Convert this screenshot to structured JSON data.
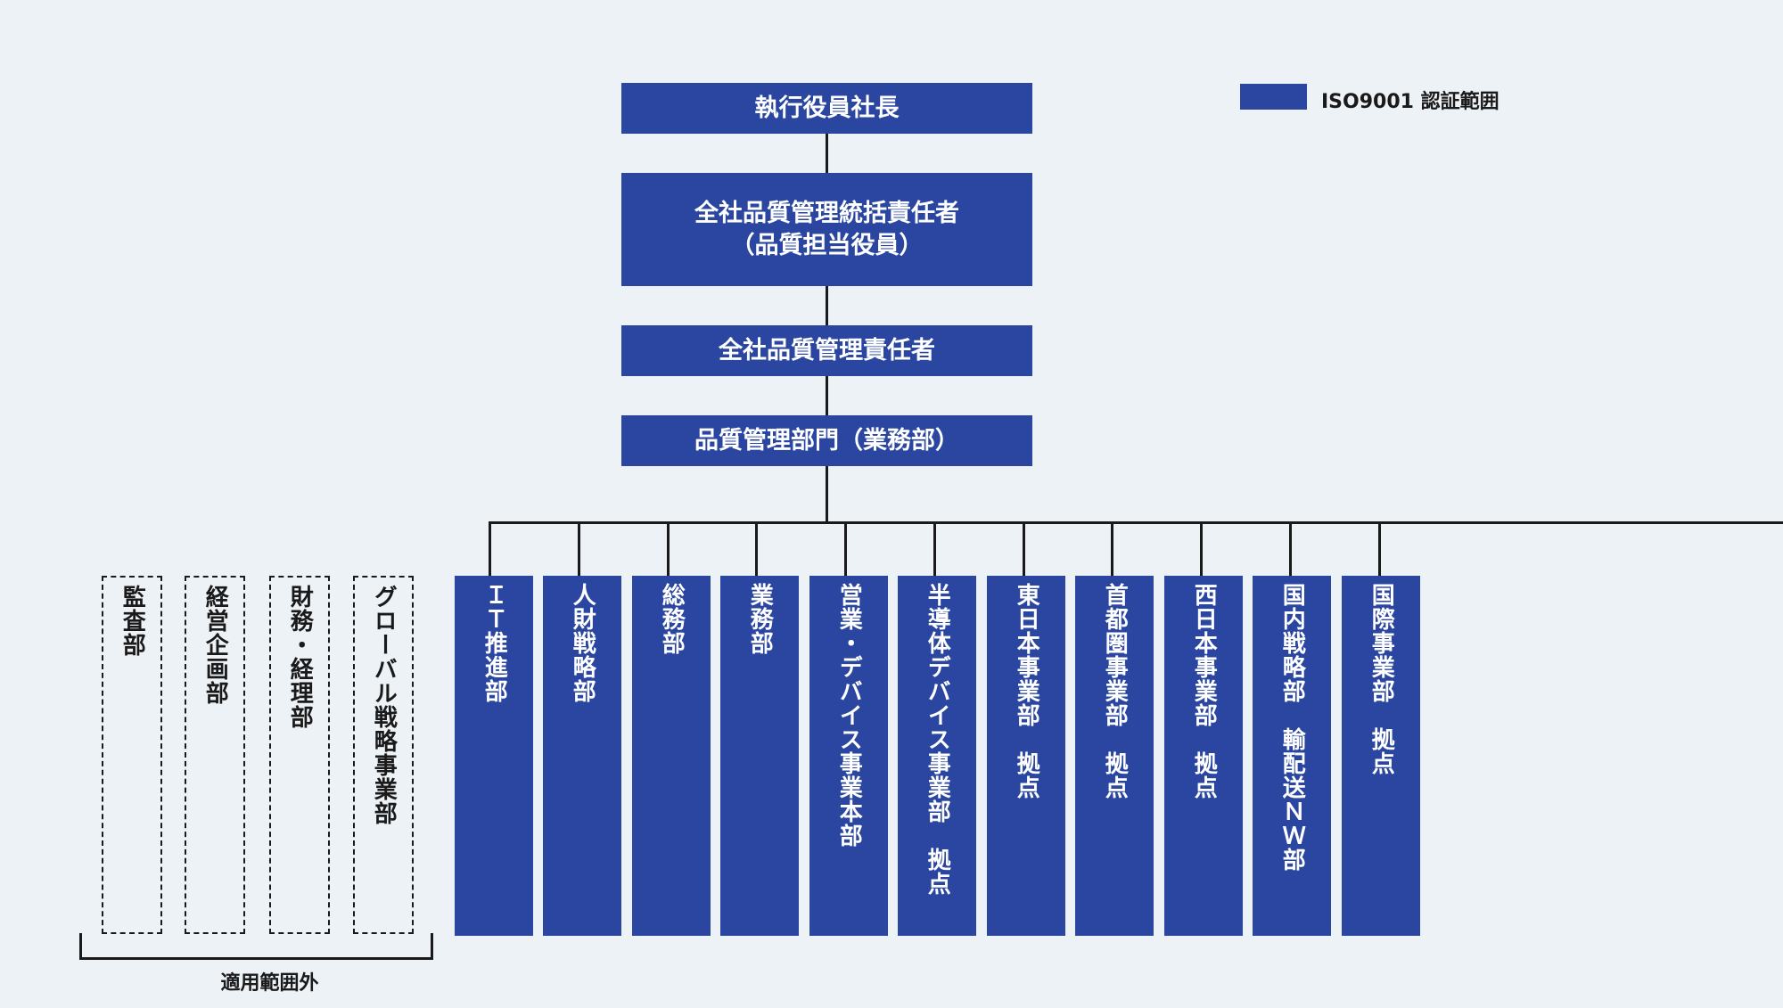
{
  "legend": {
    "label": "ISO9001 認証範囲",
    "color": "#2a46a0"
  },
  "hierarchy": {
    "president": "執行役員社長",
    "general_manager_line1": "全社品質管理統括責任者",
    "general_manager_line2": "（品質担当役員）",
    "quality_manager": "全社品質管理責任者",
    "quality_dept": "品質管理部門（業務部）"
  },
  "departments": [
    "ＩＴ推進部",
    "人財戦略部",
    "総務部",
    "業務部",
    "営業・デバイス事業本部",
    "半導体デバイス事業部　拠点",
    "東日本事業部　拠点",
    "首都圏事業部　拠点",
    "西日本事業部　拠点",
    "国内戦略部　輸配送ＮＷ部",
    "国際事業部　拠点"
  ],
  "out_of_scope": {
    "label": "適用範囲外",
    "items": [
      "監査部",
      "経営企画部",
      "財務・経理部",
      "グローバル戦略事業部"
    ]
  }
}
